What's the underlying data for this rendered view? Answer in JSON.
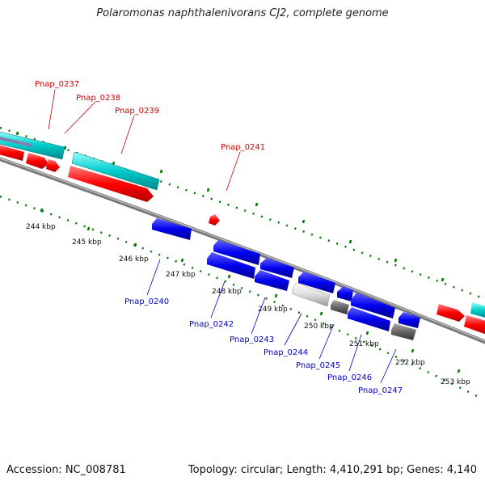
{
  "title": "Polaromonas naphthalenivorans CJ2, complete genome",
  "footer": {
    "accession": "Accession: NC_008781",
    "topology": "Topology: circular; Length: 4,410,291 bp; Genes: 4,140"
  },
  "scale_labels": [
    "244 kbp",
    "245 kbp",
    "246 kbp",
    "247 kbp",
    "248 kbp",
    "249 kbp",
    "250 kbp",
    "251 kbp",
    "252 kbp",
    "253 kbp"
  ],
  "genes_forward": [
    "Pnap_0237",
    "Pnap_0238",
    "Pnap_0239",
    "Pnap_0241"
  ],
  "genes_reverse": [
    "Pnap_0240",
    "Pnap_0242",
    "Pnap_0243",
    "Pnap_0244",
    "Pnap_0245",
    "Pnap_0246",
    "Pnap_0247"
  ],
  "colors": {
    "forward_cds": "#ff0000",
    "reverse_cds": "#0000ee",
    "forward_feature": "#00cccc",
    "reverse_feature": "#606060",
    "backbone": "#888888",
    "ticks": "#007700",
    "forward_label": "#d00000",
    "reverse_label": "#0000cc"
  }
}
